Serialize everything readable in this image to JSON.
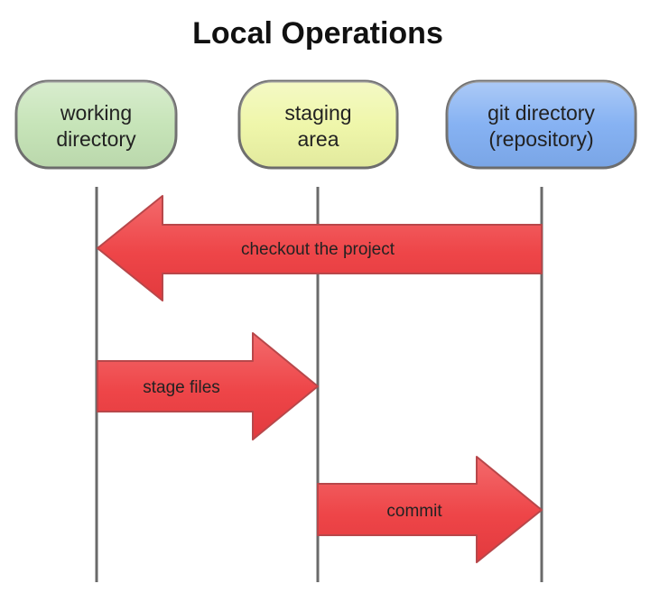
{
  "title": "Local Operations",
  "nodes": [
    {
      "id": "working",
      "lines": [
        "working",
        "directory"
      ],
      "fill": "#c4e3b5",
      "stroke": "#6f6f6f"
    },
    {
      "id": "staging",
      "lines": [
        "staging",
        "area"
      ],
      "fill": "#eef6a6",
      "stroke": "#6f6f6f"
    },
    {
      "id": "git",
      "lines": [
        "git directory",
        "(repository)"
      ],
      "fill": "#80aef2",
      "stroke": "#6f6f6f"
    }
  ],
  "arrows": [
    {
      "id": "checkout",
      "label": "checkout the project",
      "from": "git",
      "to": "working"
    },
    {
      "id": "stage",
      "label": "stage files",
      "from": "working",
      "to": "staging"
    },
    {
      "id": "commit",
      "label": "commit",
      "from": "staging",
      "to": "git"
    }
  ],
  "colors": {
    "arrow_fill": "#f0474b",
    "arrow_stroke": "#b8474a",
    "lifeline": "#6a6a6a"
  }
}
